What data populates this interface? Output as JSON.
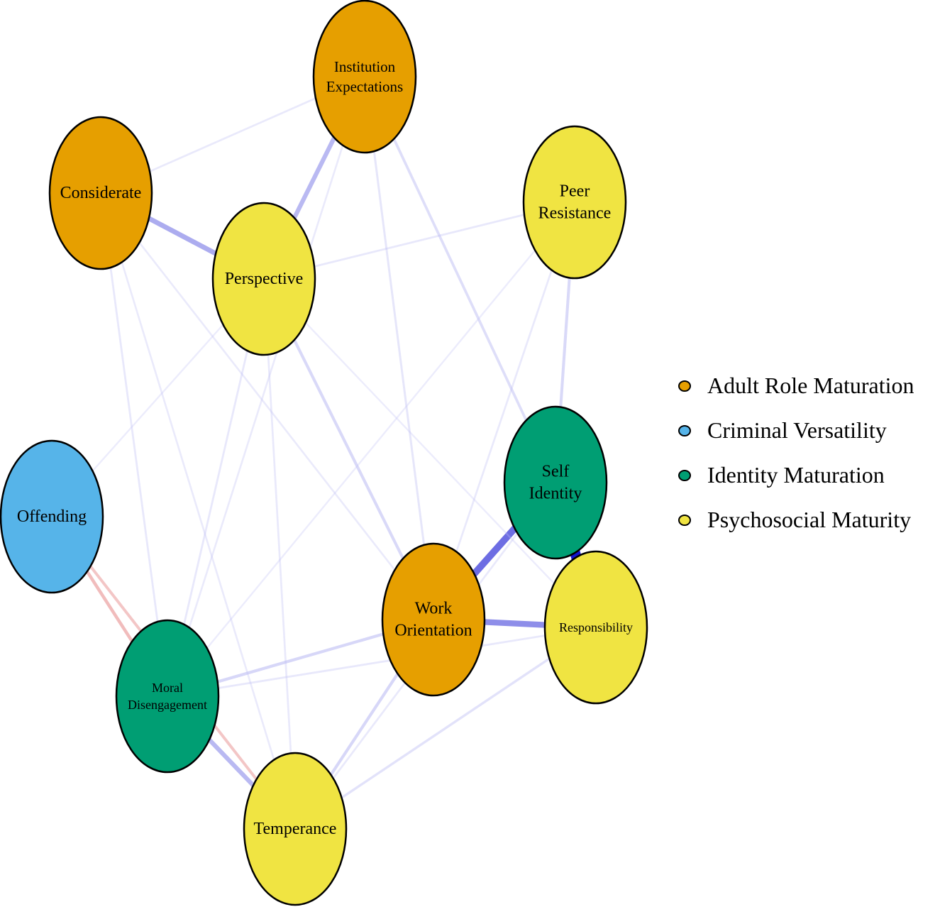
{
  "groups": [
    {
      "id": "adult",
      "label": "Adult Role Maturation",
      "color": "#E69F00"
    },
    {
      "id": "criminal",
      "label": "Criminal Versatility",
      "color": "#56B4E9"
    },
    {
      "id": "identity",
      "label": "Identity Maturation",
      "color": "#009E73"
    },
    {
      "id": "psycho",
      "label": "Psychosocial Maturity",
      "color": "#F0E442"
    }
  ],
  "nodes": [
    {
      "id": "institution",
      "lines": [
        "Institution",
        "Expectations"
      ],
      "group": "adult"
    },
    {
      "id": "considerate",
      "lines": [
        "Considerate"
      ],
      "group": "adult"
    },
    {
      "id": "peer",
      "lines": [
        "Peer",
        "Resistance"
      ],
      "group": "psycho"
    },
    {
      "id": "perspective",
      "lines": [
        "Perspective"
      ],
      "group": "psycho"
    },
    {
      "id": "offending",
      "lines": [
        "Offending"
      ],
      "group": "criminal"
    },
    {
      "id": "self",
      "lines": [
        "Self",
        "Identity"
      ],
      "group": "identity"
    },
    {
      "id": "work",
      "lines": [
        "Work",
        "Orientation"
      ],
      "group": "adult"
    },
    {
      "id": "responsibility",
      "lines": [
        "Responsibility"
      ],
      "group": "psycho"
    },
    {
      "id": "moral",
      "lines": [
        "Moral",
        "Disengagement"
      ],
      "group": "identity"
    },
    {
      "id": "temperance",
      "lines": [
        "Temperance"
      ],
      "group": "psycho"
    }
  ],
  "edges": [
    {
      "from": "self",
      "to": "responsibility",
      "sign": "positive",
      "strength": 0.9
    },
    {
      "from": "self",
      "to": "work",
      "sign": "positive",
      "strength": 0.55
    },
    {
      "from": "work",
      "to": "responsibility",
      "sign": "positive",
      "strength": 0.45
    },
    {
      "from": "considerate",
      "to": "perspective",
      "sign": "positive",
      "strength": 0.35
    },
    {
      "from": "institution",
      "to": "perspective",
      "sign": "positive",
      "strength": 0.3
    },
    {
      "from": "moral",
      "to": "temperance",
      "sign": "positive",
      "strength": 0.3
    },
    {
      "from": "perspective",
      "to": "work",
      "sign": "positive",
      "strength": 0.15
    },
    {
      "from": "institution",
      "to": "self",
      "sign": "positive",
      "strength": 0.12
    },
    {
      "from": "peer",
      "to": "self",
      "sign": "positive",
      "strength": 0.15
    },
    {
      "from": "work",
      "to": "moral",
      "sign": "positive",
      "strength": 0.16
    },
    {
      "from": "work",
      "to": "temperance",
      "sign": "positive",
      "strength": 0.16
    },
    {
      "from": "responsibility",
      "to": "temperance",
      "sign": "positive",
      "strength": 0.1
    },
    {
      "from": "responsibility",
      "to": "moral",
      "sign": "positive",
      "strength": 0.06
    },
    {
      "from": "institution",
      "to": "work",
      "sign": "positive",
      "strength": 0.07
    },
    {
      "from": "institution",
      "to": "considerate",
      "sign": "positive",
      "strength": 0.05
    },
    {
      "from": "institution",
      "to": "moral",
      "sign": "positive",
      "strength": 0.04
    },
    {
      "from": "peer",
      "to": "perspective",
      "sign": "positive",
      "strength": 0.06
    },
    {
      "from": "peer",
      "to": "work",
      "sign": "positive",
      "strength": 0.05
    },
    {
      "from": "peer",
      "to": "moral",
      "sign": "positive",
      "strength": 0.03
    },
    {
      "from": "considerate",
      "to": "moral",
      "sign": "positive",
      "strength": 0.06
    },
    {
      "from": "considerate",
      "to": "work",
      "sign": "positive",
      "strength": 0.04
    },
    {
      "from": "considerate",
      "to": "temperance",
      "sign": "positive",
      "strength": 0.04
    },
    {
      "from": "perspective",
      "to": "moral",
      "sign": "positive",
      "strength": 0.06
    },
    {
      "from": "perspective",
      "to": "temperance",
      "sign": "positive",
      "strength": 0.05
    },
    {
      "from": "perspective",
      "to": "offending",
      "sign": "positive",
      "strength": 0.03
    },
    {
      "from": "perspective",
      "to": "responsibility",
      "sign": "positive",
      "strength": 0.03
    },
    {
      "from": "self",
      "to": "temperance",
      "sign": "positive",
      "strength": 0.05
    },
    {
      "from": "offending",
      "to": "moral",
      "sign": "negative",
      "strength": 0.18
    },
    {
      "from": "offending",
      "to": "temperance",
      "sign": "negative",
      "strength": 0.14
    }
  ]
}
